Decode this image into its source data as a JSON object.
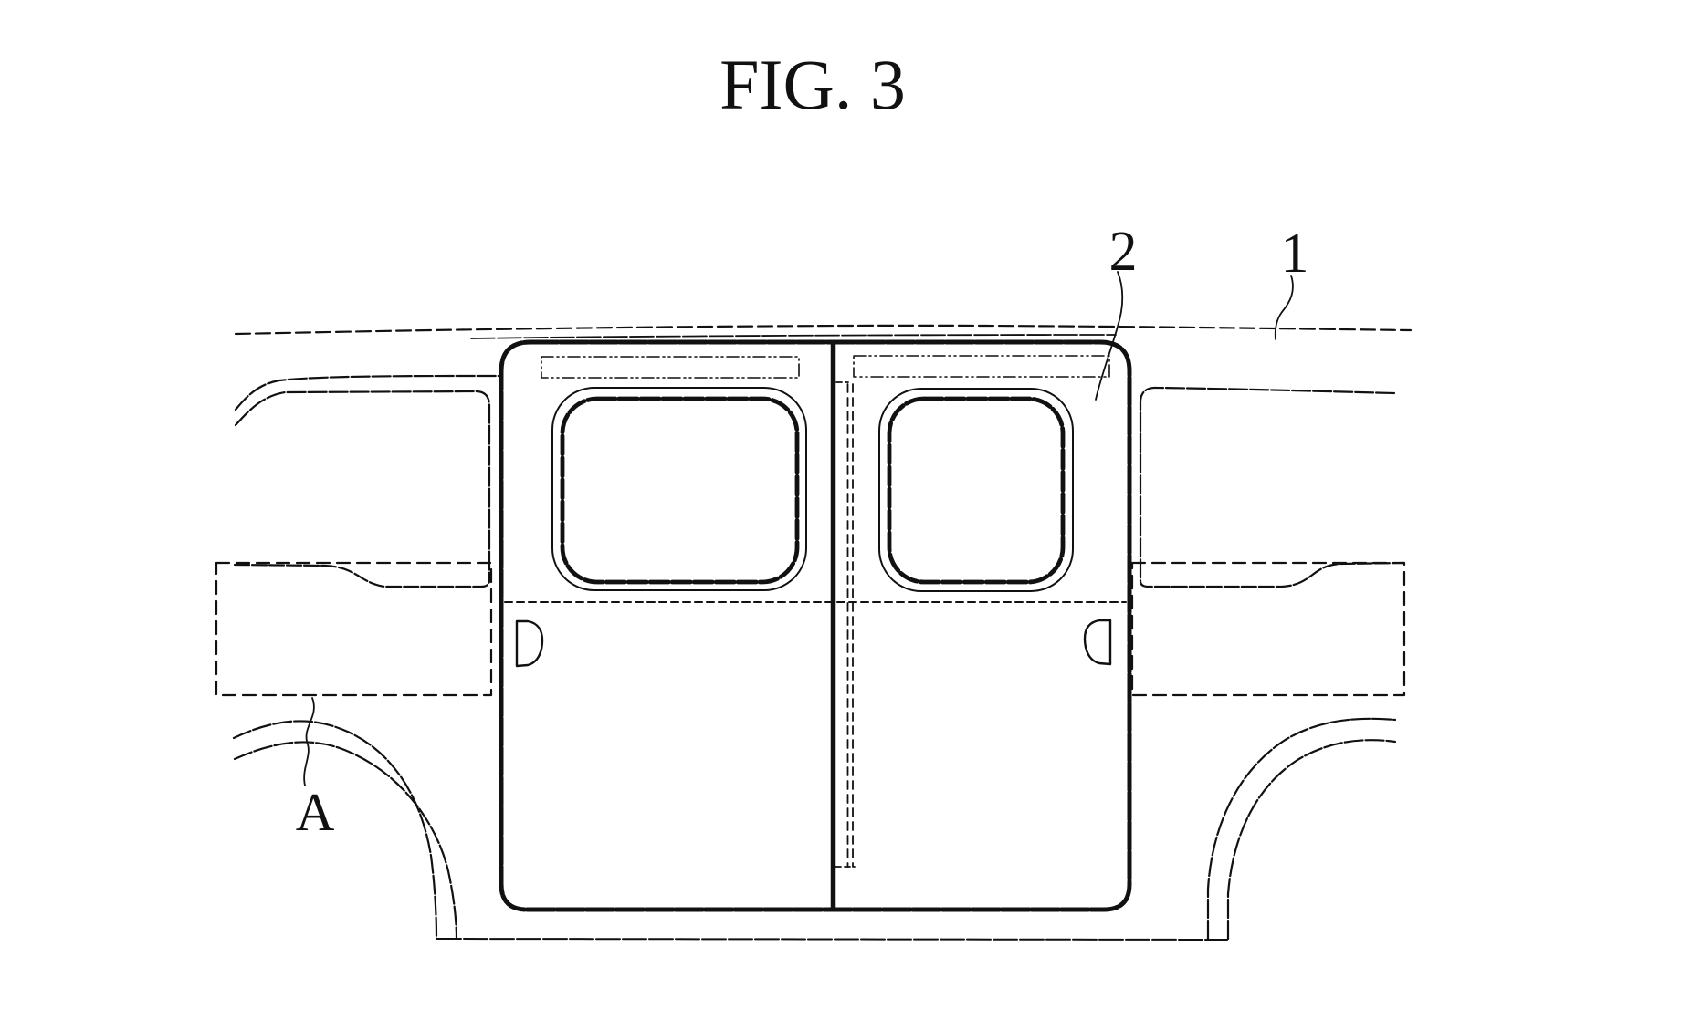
{
  "figure_title": "FIG. 3",
  "reference_labels": {
    "ref1": {
      "text": "1"
    },
    "ref2": {
      "text": "2"
    },
    "refA": {
      "text": "A"
    }
  },
  "drawing": {
    "type": "patent-line-drawing",
    "subject": "vehicle side with twin sliding doors",
    "parts_pointed_to": {
      "1": "vehicle body side / roof line",
      "2": "sliding door upper panel",
      "A": "dashed region at front lower body"
    }
  },
  "colors": {
    "line": "#111111",
    "background": "#ffffff"
  }
}
